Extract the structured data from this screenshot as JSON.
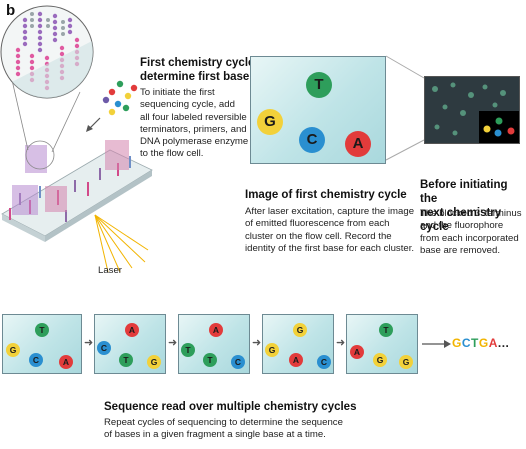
{
  "panel_label": "b",
  "first_cycle": {
    "title_line1": "First chemistry cycle:",
    "title_line2": "determine first base",
    "text": [
      "To initiate the first",
      "sequencing cycle, add",
      "all four labeled reversible",
      "terminators, primers, and",
      "DNA polymerase enzyme",
      "to the flow cell."
    ]
  },
  "laser_label": "Laser",
  "image_cycle": {
    "title": "Image of first chemistry cycle",
    "text": [
      "After laser excitation, capture the image",
      "of emitted fluorescence from each",
      "cluster on the flow cell. Record the",
      "identity of the first base for each cluster."
    ]
  },
  "before_next": {
    "title_line1": "Before initiating the",
    "title_line2": "next chemistry cycle",
    "text": [
      "The blocked 3’ terminus",
      "and the fluorophore",
      "from each incorporated",
      "base are removed."
    ]
  },
  "large_frame_bases": [
    {
      "letter": "T",
      "color": "#2e9e5b"
    },
    {
      "letter": "G",
      "color": "#f2d13a"
    },
    {
      "letter": "C",
      "color": "#2a8fd0"
    },
    {
      "letter": "A",
      "color": "#e23b3b"
    }
  ],
  "cycles": [
    [
      {
        "letter": "T",
        "color": "#2e9e5b"
      },
      {
        "letter": "G",
        "color": "#f2d13a"
      },
      {
        "letter": "C",
        "color": "#2a8fd0"
      },
      {
        "letter": "A",
        "color": "#e23b3b"
      }
    ],
    [
      {
        "letter": "A",
        "color": "#e23b3b"
      },
      {
        "letter": "C",
        "color": "#2a8fd0"
      },
      {
        "letter": "T",
        "color": "#2e9e5b"
      },
      {
        "letter": "G",
        "color": "#f2d13a"
      }
    ],
    [
      {
        "letter": "A",
        "color": "#e23b3b"
      },
      {
        "letter": "T",
        "color": "#2e9e5b"
      },
      {
        "letter": "T",
        "color": "#2e9e5b"
      },
      {
        "letter": "C",
        "color": "#2a8fd0"
      }
    ],
    [
      {
        "letter": "G",
        "color": "#f2d13a"
      },
      {
        "letter": "G",
        "color": "#f2d13a"
      },
      {
        "letter": "A",
        "color": "#e23b3b"
      },
      {
        "letter": "C",
        "color": "#2a8fd0"
      }
    ],
    [
      {
        "letter": "T",
        "color": "#2e9e5b"
      },
      {
        "letter": "A",
        "color": "#e23b3b"
      },
      {
        "letter": "G",
        "color": "#f2d13a"
      },
      {
        "letter": "G",
        "color": "#f2d13a"
      }
    ]
  ],
  "result_sequence": [
    {
      "letter": "G",
      "color": "#f2b400"
    },
    {
      "letter": "C",
      "color": "#2a8fd0"
    },
    {
      "letter": "T",
      "color": "#2e9e5b"
    },
    {
      "letter": "G",
      "color": "#f2b400"
    },
    {
      "letter": "A",
      "color": "#e23b3b"
    },
    {
      "letter": "...",
      "color": "#222222"
    }
  ],
  "sequence_read": {
    "title": "Sequence read over multiple chemistry cycles",
    "text": [
      "Repeat cycles of sequencing to determine the sequence",
      "of bases in a given fragment a single base at a time."
    ]
  }
}
